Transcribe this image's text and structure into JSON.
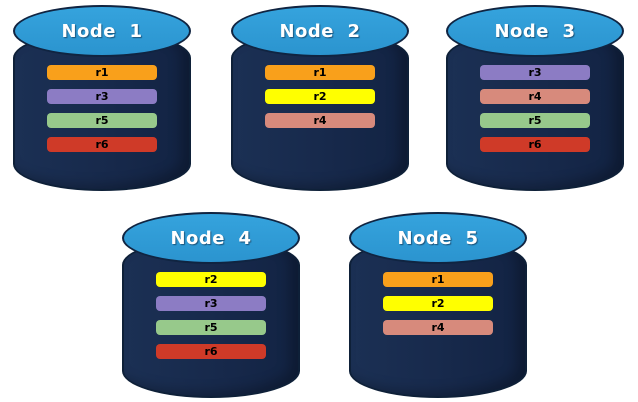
{
  "colors": {
    "cylinder_body": "#17294b",
    "cylinder_outline": "#0e2038",
    "cap_blue": "#2f9cd8",
    "replicas": {
      "r1": "#f9a01b",
      "r2": "#ffff00",
      "r3": "#8c7cc4",
      "r4": "#d78a7c",
      "r5": "#97c98b",
      "r6": "#cf3a28"
    }
  },
  "nodes": [
    {
      "id": "node-1",
      "label": "Node  1",
      "replicas": [
        "r1",
        "r3",
        "r5",
        "r6"
      ]
    },
    {
      "id": "node-2",
      "label": "Node  2",
      "replicas": [
        "r1",
        "r2",
        "r4"
      ]
    },
    {
      "id": "node-3",
      "label": "Node  3",
      "replicas": [
        "r3",
        "r4",
        "r5",
        "r6"
      ]
    },
    {
      "id": "node-4",
      "label": "Node  4",
      "replicas": [
        "r2",
        "r3",
        "r5",
        "r6"
      ]
    },
    {
      "id": "node-5",
      "label": "Node  5",
      "replicas": [
        "r1",
        "r2",
        "r4"
      ]
    }
  ]
}
